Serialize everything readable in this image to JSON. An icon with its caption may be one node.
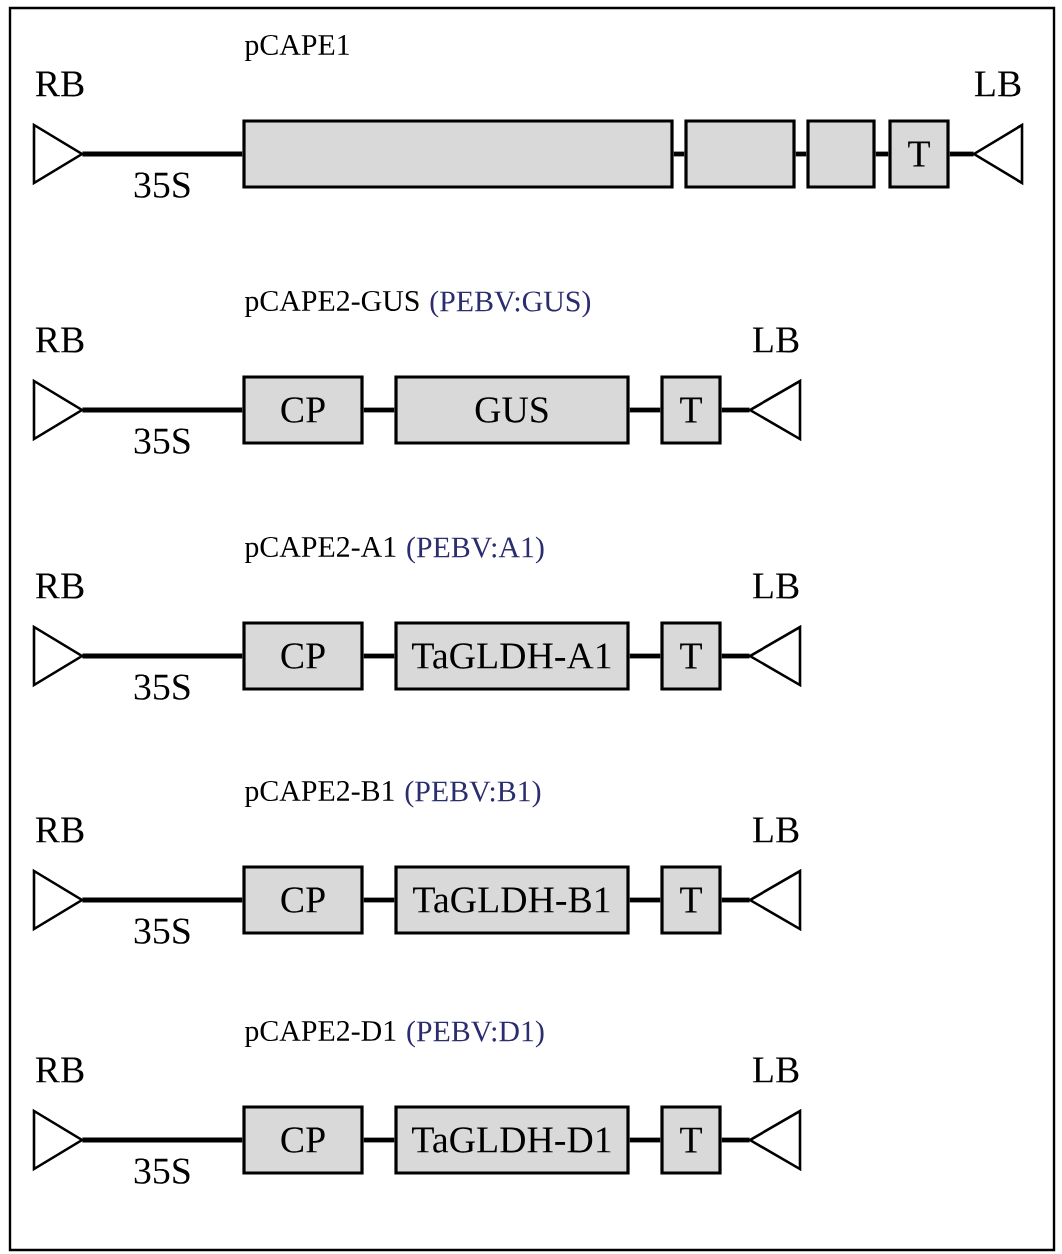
{
  "diagram": {
    "nodes": [
      {
        "text": [],
        "shape": "triangle",
        "beside": [
          "RB"
        ]
      },
      {
        "text": [],
        "shape": "box"
      },
      {
        "text": [],
        "shape": "box"
      },
      {
        "text": [],
        "shape": "box"
      },
      {
        "text": [
          "T"
        ]
      },
      {
        "text": [],
        "shape": "triangle",
        "beside": [
          "LB"
        ]
      },
      {
        "text": [],
        "shape": "triangle",
        "beside": [
          "RB"
        ]
      },
      {
        "text": [
          "CP"
        ]
      },
      {
        "text": [
          "GUS"
        ]
      },
      {
        "text": [
          "T"
        ]
      },
      {
        "text": [],
        "shape": "triangle",
        "beside": [
          "LB"
        ]
      },
      {
        "text": [],
        "shape": "triangle",
        "beside": [
          "RB"
        ]
      },
      {
        "text": [
          "CP"
        ]
      },
      {
        "text": [
          "TaGLDH-A1"
        ]
      },
      {
        "text": [
          "T"
        ]
      },
      {
        "text": [],
        "shape": "triangle",
        "beside": [
          "LB"
        ]
      },
      {
        "text": [],
        "shape": "triangle",
        "beside": [
          "RB"
        ]
      },
      {
        "text": [
          "CP"
        ]
      },
      {
        "text": [
          "TaGLDH-B1"
        ]
      },
      {
        "text": [
          "T"
        ]
      },
      {
        "text": [],
        "shape": "triangle",
        "beside": [
          "LB"
        ]
      },
      {
        "text": [],
        "shape": "triangle",
        "beside": [
          "RB"
        ]
      },
      {
        "text": [
          "CP"
        ]
      },
      {
        "text": [
          "TaGLDH-D1"
        ]
      },
      {
        "text": [
          "T"
        ]
      },
      {
        "text": [],
        "shape": "triangle",
        "beside": [
          "LB"
        ]
      }
    ],
    "edges": [
      {
        "from": 0,
        "to": 1,
        "arrow": "none",
        "label": "35S"
      },
      {
        "from": 1,
        "to": 2,
        "arrow": "none"
      },
      {
        "from": 2,
        "to": 3,
        "arrow": "none"
      },
      {
        "from": 3,
        "to": 4,
        "arrow": "none"
      },
      {
        "from": 4,
        "to": 5,
        "arrow": "none"
      },
      {
        "from": 6,
        "to": 7,
        "arrow": "none",
        "label": "35S"
      },
      {
        "from": 7,
        "to": 8,
        "arrow": "none"
      },
      {
        "from": 8,
        "to": 9,
        "arrow": "none"
      },
      {
        "from": 9,
        "to": 10,
        "arrow": "none"
      },
      {
        "from": 11,
        "to": 12,
        "arrow": "none",
        "label": "35S"
      },
      {
        "from": 12,
        "to": 13,
        "arrow": "none"
      },
      {
        "from": 13,
        "to": 14,
        "arrow": "none"
      },
      {
        "from": 14,
        "to": 15,
        "arrow": "none"
      },
      {
        "from": 16,
        "to": 17,
        "arrow": "none",
        "label": "35S"
      },
      {
        "from": 17,
        "to": 18,
        "arrow": "none"
      },
      {
        "from": 18,
        "to": 19,
        "arrow": "none"
      },
      {
        "from": 19,
        "to": 20,
        "arrow": "none"
      },
      {
        "from": 21,
        "to": 22,
        "arrow": "none",
        "label": "35S"
      },
      {
        "from": 22,
        "to": 23,
        "arrow": "none"
      },
      {
        "from": 23,
        "to": 24,
        "arrow": "none"
      },
      {
        "from": 24,
        "to": 25,
        "arrow": "none"
      }
    ],
    "labels": [
      "pCAPE1",
      "pCAPE2-GUS",
      "(PEBV:GUS)",
      "pCAPE2-A1",
      "(PEBV:A1)",
      "pCAPE2-B1",
      "(PEBV:B1)",
      "pCAPE2-D1",
      "(PEBV:D1)"
    ]
  }
}
